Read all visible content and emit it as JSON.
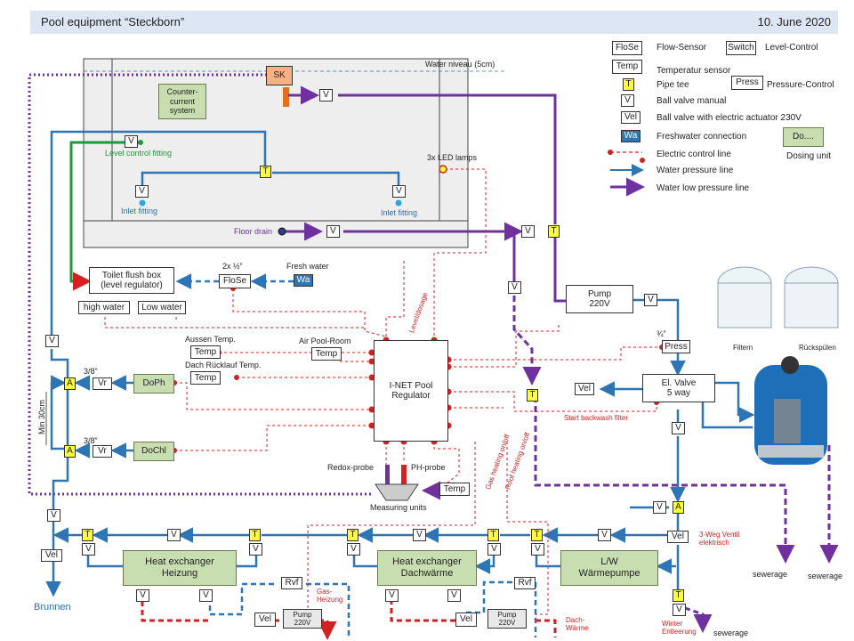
{
  "header": {
    "title": "Pool equipment  “Steckborn”",
    "date": "10. June 2020"
  },
  "legend": {
    "flosesymbol": "FloSe",
    "flose": "Flow-Sensor",
    "switchsymbol": "Switch",
    "switch": "Level-Control",
    "tempsymbol": "Temp",
    "temp": "Temperatur sensor",
    "teesymbol": "T",
    "tee": "Pipe tee",
    "presssymbol": "Press",
    "press": "Pressure-Control",
    "vsymbol": "V",
    "v": "Ball valve manual",
    "velsymbol": "Vel",
    "vel": "Ball valve with electric actuator 230V",
    "wasymbol": "Wa",
    "wa": "Freshwater connection",
    "dosymbol": "Do....",
    "do": "Dosing unit",
    "electric": "Electric control line",
    "pressure": "Water pressure line",
    "lowpressure": "Water low pressure line"
  },
  "pool": {
    "water_niveau": "Water niveau (5cm)",
    "sk": "SK",
    "counter_current": "Counter-\ncurrent\nsystem",
    "level_control_fitting": "Level control fitting",
    "led_lamps": "3x LED lamps",
    "inlet_fitting_left": "Inlet fitting",
    "inlet_fitting_right": "Inlet fitting",
    "floor_drain": "Floor drain"
  },
  "labels": {
    "v": "V",
    "t": "T",
    "a": "A",
    "vel": "Vel",
    "vr": "Vr",
    "rvf": "Rvf",
    "temp": "Temp",
    "press": "Press",
    "flose": "FloSe",
    "wa": "Wa",
    "toilet": "Toilet flush box\n(level regulator)",
    "two_half": "2x ½”",
    "fresh_water": "Fresh water",
    "high_water": "high water",
    "low_water": "Low water",
    "aussen_temp": "Aussen Temp.",
    "dach_temp": "Dach Rücklauf Temp.",
    "air_pool": "Air Pool-Room",
    "regulator": "I-NET Pool\nRegulator",
    "level_dosage": "Level/dosage",
    "gas_heating": "Gas heating on/off",
    "roof_heating": "Roof heating on/off",
    "doph": "DoPh",
    "dochl": "DoChl",
    "three_eighths": "3/8”",
    "min30": "Min 30cm",
    "redox": "Redox-probe",
    "ph": "PH-probe",
    "measuring": "Measuring units",
    "pump": "Pump\n220V",
    "pump_small": "Pump\n220V",
    "three_quarter": "¾”",
    "el_valve": "El. Valve\n5 way",
    "start_backwash": "Start  backwash filter",
    "filtern": "Filtern",
    "rueckspuelen": "Rückspülen",
    "sewerage": "sewerage",
    "dreiweg": "3-Weg Ventil\nelektrisch",
    "heat_heizung": "Heat exchanger\nHeizung",
    "heat_dach": "Heat exchanger\nDachwärme",
    "lw": "L/W\nWärmepumpe",
    "brunnen": "Brunnen",
    "gas_heizung": "Gas-\nHeizung",
    "dach_waerme": "Dach-\nWärme",
    "winter": "Winter\nEntleerung"
  },
  "colors": {
    "pressure": "#2e75b6",
    "low": "#7030a0",
    "electric": "#d42020",
    "green": "#1a9a3a"
  }
}
